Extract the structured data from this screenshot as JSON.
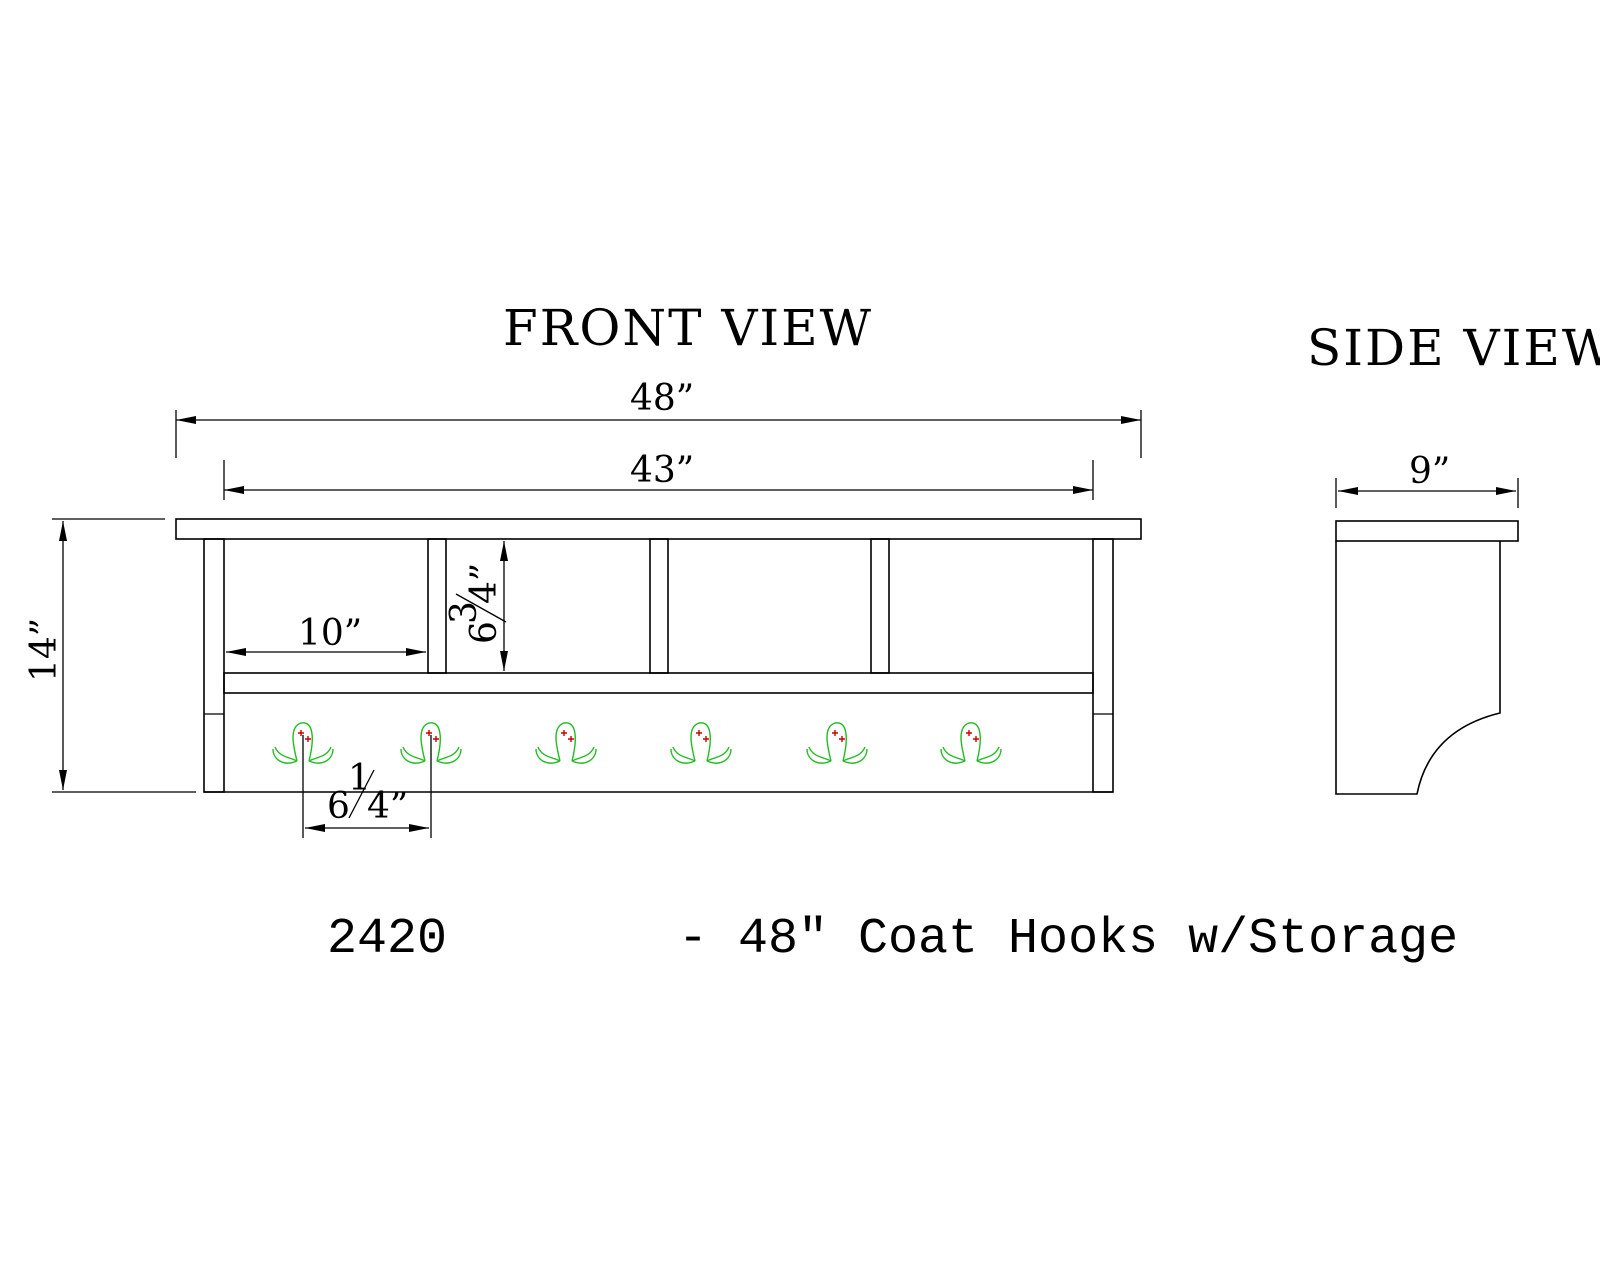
{
  "views": {
    "front_title": "FRONT VIEW",
    "side_title": "SIDE VIEW"
  },
  "dimensions": {
    "overall_width": "48”",
    "inner_width": "43”",
    "height": "14”",
    "cubby_width": "10”",
    "cubby_height_whole": "6",
    "cubby_height_frac_num": "3",
    "cubby_height_frac_den": "4”",
    "hook_spacing_whole": "6",
    "hook_spacing_frac_num": "1",
    "hook_spacing_frac_den": "4”",
    "depth": "9”"
  },
  "caption": {
    "model_number": "2420",
    "description": "- 48\" Coat Hooks w/Storage"
  },
  "colors": {
    "outline": "#000000",
    "hook": "#22bb22",
    "screw": "#cc0000",
    "background": "#ffffff"
  },
  "hooks": {
    "count": 6
  }
}
